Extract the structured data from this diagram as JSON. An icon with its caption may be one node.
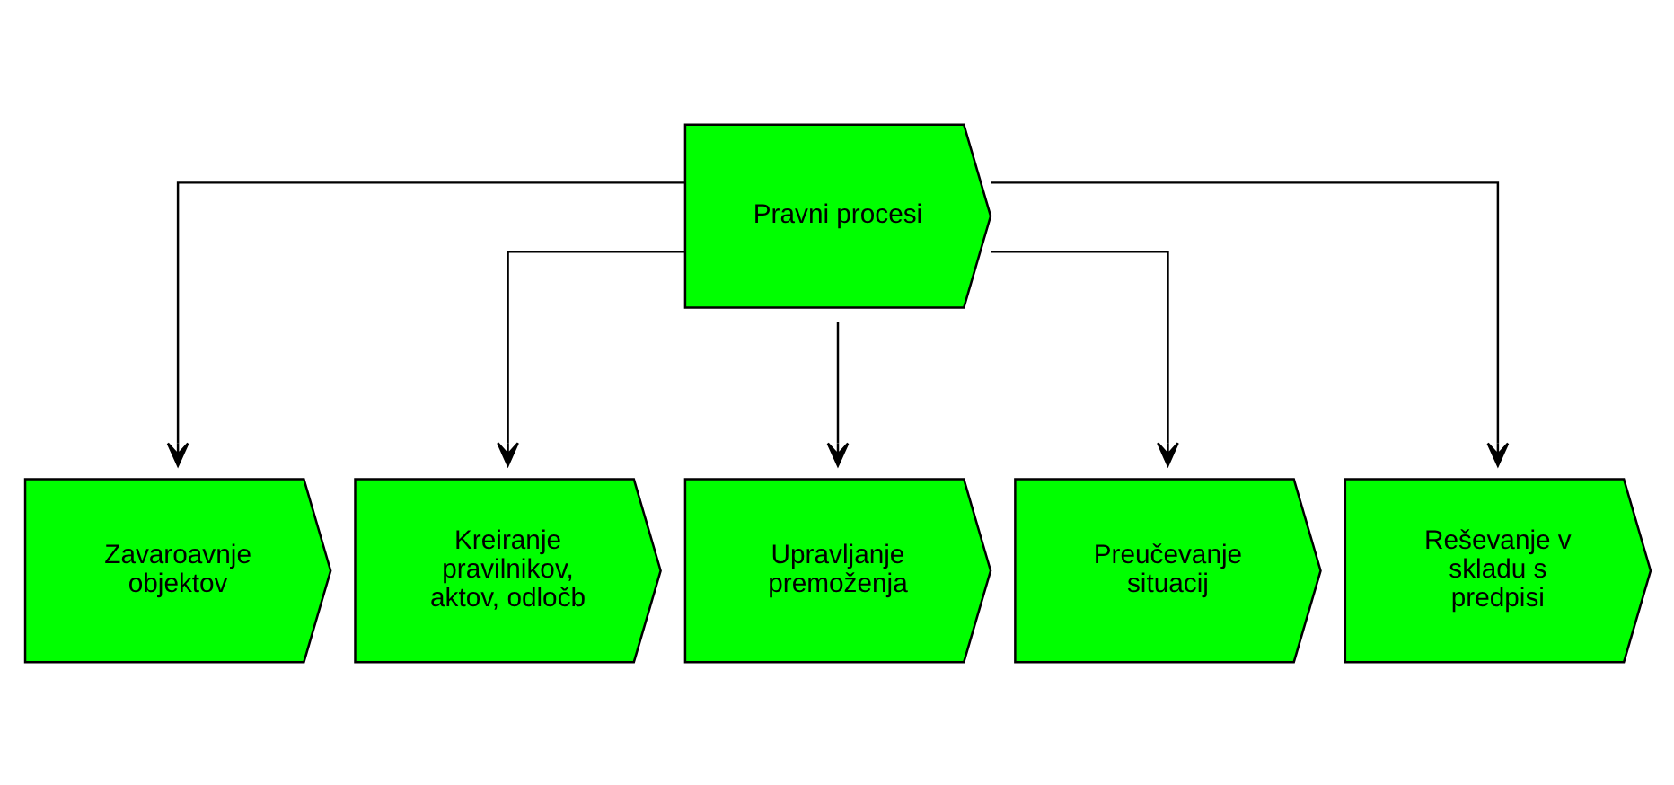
{
  "diagram": {
    "nodes": [
      {
        "text": [
          "Pravni procesi"
        ]
      },
      {
        "text": [
          "Zavaroavnje objektov"
        ]
      },
      {
        "text": [
          "Kreiranje pravilnikov, aktov, odločb"
        ]
      },
      {
        "text": [
          "Upravljanje premoženja"
        ]
      },
      {
        "text": [
          "Preučevanje situacij"
        ]
      },
      {
        "text": [
          "Reševanje v skladu s predpisi"
        ]
      }
    ],
    "edges": [
      {
        "from": 0,
        "to": 1,
        "arrow": "to"
      },
      {
        "from": 0,
        "to": 2,
        "arrow": "to"
      },
      {
        "from": 0,
        "to": 3,
        "arrow": "to"
      },
      {
        "from": 0,
        "to": 4,
        "arrow": "to"
      },
      {
        "from": 0,
        "to": 5,
        "arrow": "to"
      }
    ]
  }
}
